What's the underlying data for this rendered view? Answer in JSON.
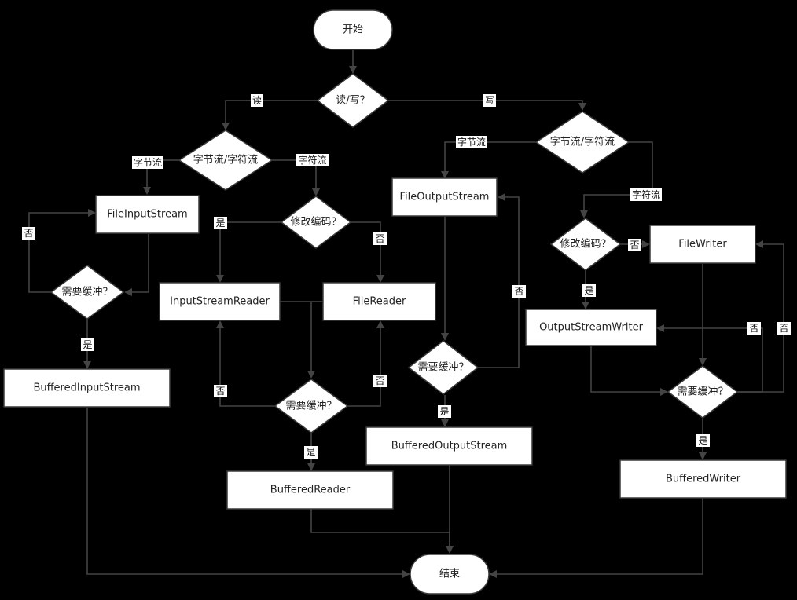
{
  "colors": {
    "background": "#000000",
    "node_fill": "#ffffff",
    "node_stroke": "#3a3a3a",
    "edge": "#444444",
    "text": "#222222",
    "label_bg": "#ffffff"
  },
  "nodes": {
    "start": "开始",
    "rw": "读/写？",
    "read_type": "字节流/字符流",
    "write_type": "字节流/字符流",
    "file_input_stream": "FileInputStream",
    "need_buf_in": "需要缓冲？",
    "buffered_input_stream": "BufferedInputStream",
    "modify_enc_read": "修改编码？",
    "input_stream_reader": "InputStreamReader",
    "file_reader": "FileReader",
    "need_buf_reader": "需要缓冲？",
    "buffered_reader": "BufferedReader",
    "file_output_stream": "FileOutputStream",
    "need_buf_out": "需要缓冲？",
    "buffered_output_stream": "BufferedOutputStream",
    "modify_enc_write": "修改编码？",
    "file_writer": "FileWriter",
    "output_stream_writer": "OutputStreamWriter",
    "need_buf_writer": "需要缓冲？",
    "buffered_writer": "BufferedWriter",
    "end": "结束"
  },
  "edge_labels": {
    "read": "读",
    "write": "写",
    "byte_read": "字节流",
    "char_read": "字符流",
    "byte_write": "字节流",
    "char_write": "字符流",
    "no_in": "否",
    "yes_in": "是",
    "yes_enc_read": "是",
    "no_enc_read": "否",
    "no_buf_isr": "否",
    "no_buf_fr": "否",
    "yes_buf_reader": "是",
    "no_out": "否",
    "yes_out": "是",
    "no_enc_write": "否",
    "yes_enc_write": "是",
    "no_buf_osw": "否",
    "no_buf_fw": "否",
    "yes_buf_writer": "是"
  }
}
